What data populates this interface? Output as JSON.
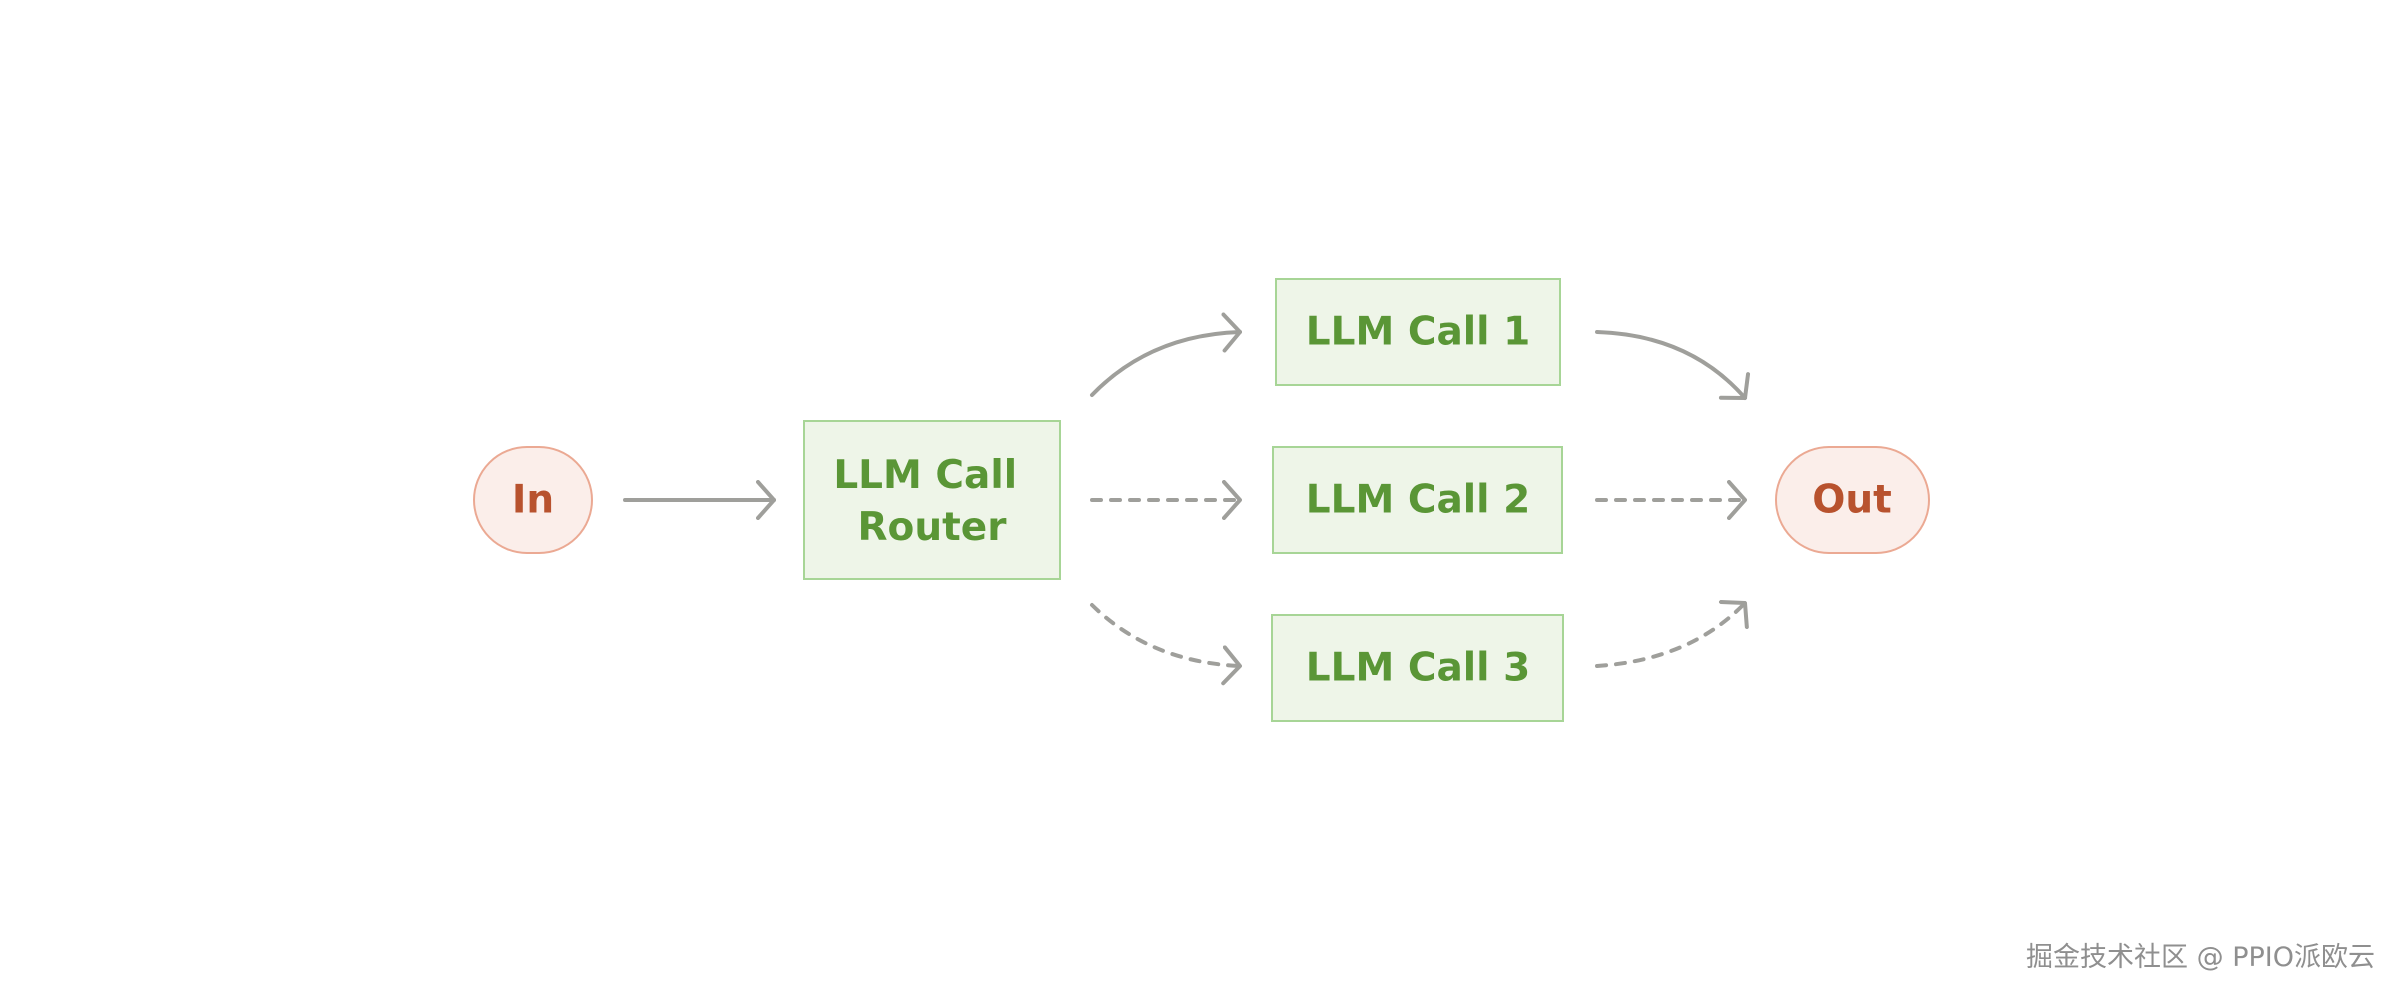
{
  "diagram": {
    "input": {
      "label": "In"
    },
    "router": {
      "line1": "LLM Call",
      "line2": "Router"
    },
    "calls": [
      {
        "label": "LLM Call 1",
        "edge_style": "solid"
      },
      {
        "label": "LLM Call 2",
        "edge_style": "dashed"
      },
      {
        "label": "LLM Call 3",
        "edge_style": "dashed"
      }
    ],
    "output": {
      "label": "Out"
    }
  },
  "colors": {
    "terminal_fill": "#fbeeea",
    "terminal_stroke": "#eba993",
    "terminal_text": "#b8522e",
    "box_fill": "#eef5e8",
    "box_stroke": "#a7d596",
    "box_text": "#5a9636",
    "arrow": "#9f9f9b"
  },
  "watermark": "掘金技术社区 @ PPIO派欧云"
}
